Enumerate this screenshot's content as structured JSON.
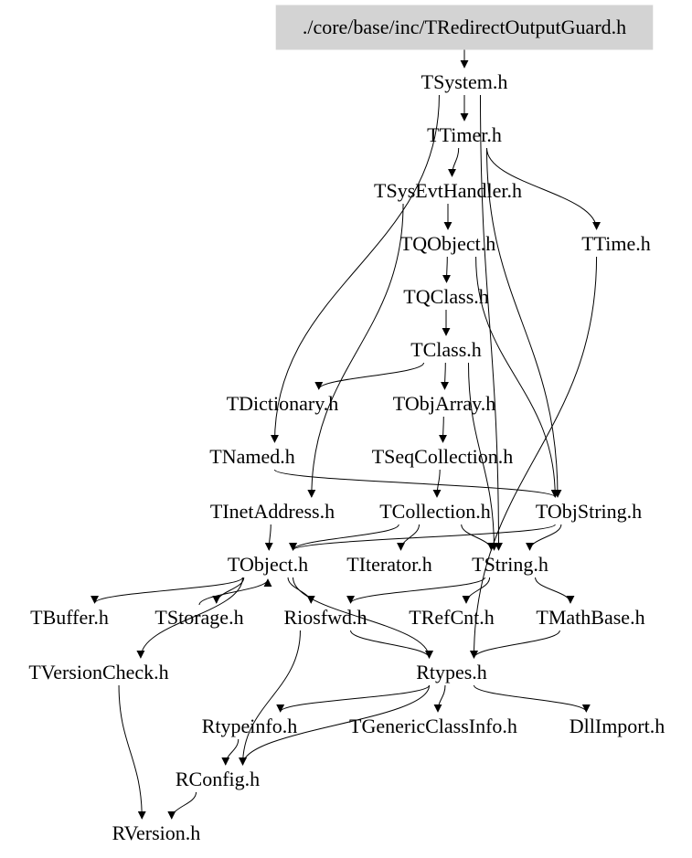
{
  "nodes": [
    {
      "id": "root",
      "label": "./core/base/inc/TRedirectOutputGuard.h",
      "highlight": true
    },
    {
      "id": "tsystem",
      "label": "TSystem.h"
    },
    {
      "id": "ttimer",
      "label": "TTimer.h"
    },
    {
      "id": "tsysevthandler",
      "label": "TSysEvtHandler.h"
    },
    {
      "id": "tqobject",
      "label": "TQObject.h"
    },
    {
      "id": "ttime",
      "label": "TTime.h"
    },
    {
      "id": "tqclass",
      "label": "TQClass.h"
    },
    {
      "id": "tclass",
      "label": "TClass.h"
    },
    {
      "id": "tdictionary",
      "label": "TDictionary.h"
    },
    {
      "id": "tobjarray",
      "label": "TObjArray.h"
    },
    {
      "id": "tnamed",
      "label": "TNamed.h"
    },
    {
      "id": "tseqcollection",
      "label": "TSeqCollection.h"
    },
    {
      "id": "tinetaddress",
      "label": "TInetAddress.h"
    },
    {
      "id": "tcollection",
      "label": "TCollection.h"
    },
    {
      "id": "tobjstring",
      "label": "TObjString.h"
    },
    {
      "id": "tobject",
      "label": "TObject.h"
    },
    {
      "id": "titerator",
      "label": "TIterator.h"
    },
    {
      "id": "tstring",
      "label": "TString.h"
    },
    {
      "id": "tbuffer",
      "label": "TBuffer.h"
    },
    {
      "id": "tstorage",
      "label": "TStorage.h"
    },
    {
      "id": "riosfwd",
      "label": "Riosfwd.h"
    },
    {
      "id": "trefcnt",
      "label": "TRefCnt.h"
    },
    {
      "id": "tmathbase",
      "label": "TMathBase.h"
    },
    {
      "id": "tversioncheck",
      "label": "TVersionCheck.h"
    },
    {
      "id": "rtypes",
      "label": "Rtypes.h"
    },
    {
      "id": "rtypeinfo",
      "label": "Rtypeinfo.h"
    },
    {
      "id": "tgenericclassinfo",
      "label": "TGenericClassInfo.h"
    },
    {
      "id": "dllimport",
      "label": "DllImport.h"
    },
    {
      "id": "rconfig",
      "label": "RConfig.h"
    },
    {
      "id": "rversion",
      "label": "RVersion.h"
    }
  ],
  "edges": [
    [
      "root",
      "tsystem"
    ],
    [
      "tsystem",
      "ttimer"
    ],
    [
      "tsystem",
      "tnamed"
    ],
    [
      "tsystem",
      "tstring"
    ],
    [
      "ttimer",
      "tsysevthandler"
    ],
    [
      "ttimer",
      "ttime"
    ],
    [
      "ttimer",
      "tobjstring"
    ],
    [
      "tsysevthandler",
      "tqobject"
    ],
    [
      "tsysevthandler",
      "tinetaddress"
    ],
    [
      "tqobject",
      "tqclass"
    ],
    [
      "tqobject",
      "tobjstring"
    ],
    [
      "ttime",
      "rtypes"
    ],
    [
      "tqclass",
      "tclass"
    ],
    [
      "tclass",
      "tdictionary"
    ],
    [
      "tclass",
      "tobjarray"
    ],
    [
      "tclass",
      "tstring"
    ],
    [
      "tobjarray",
      "tseqcollection"
    ],
    [
      "tnamed",
      "tobjstring"
    ],
    [
      "tseqcollection",
      "tcollection"
    ],
    [
      "tinetaddress",
      "tobject"
    ],
    [
      "tcollection",
      "tobject"
    ],
    [
      "tcollection",
      "titerator"
    ],
    [
      "tcollection",
      "tstring"
    ],
    [
      "tobjstring",
      "tobject"
    ],
    [
      "tobjstring",
      "tstring"
    ],
    [
      "tobject",
      "tbuffer"
    ],
    [
      "tobject",
      "tstorage"
    ],
    [
      "tobject",
      "riosfwd"
    ],
    [
      "tobject",
      "tversioncheck"
    ],
    [
      "tobject",
      "rtypes"
    ],
    [
      "tstring",
      "trefcnt"
    ],
    [
      "tstring",
      "tmathbase"
    ],
    [
      "tstring",
      "riosfwd"
    ],
    [
      "tstorage",
      "tobject"
    ],
    [
      "riosfwd",
      "rtypes"
    ],
    [
      "riosfwd",
      "rconfig"
    ],
    [
      "tmathbase",
      "rtypes"
    ],
    [
      "tversioncheck",
      "rversion"
    ],
    [
      "rtypes",
      "rtypeinfo"
    ],
    [
      "rtypes",
      "tgenericclassinfo"
    ],
    [
      "rtypes",
      "dllimport"
    ],
    [
      "rtypes",
      "rconfig"
    ],
    [
      "rtypeinfo",
      "rconfig"
    ],
    [
      "rconfig",
      "rversion"
    ]
  ]
}
